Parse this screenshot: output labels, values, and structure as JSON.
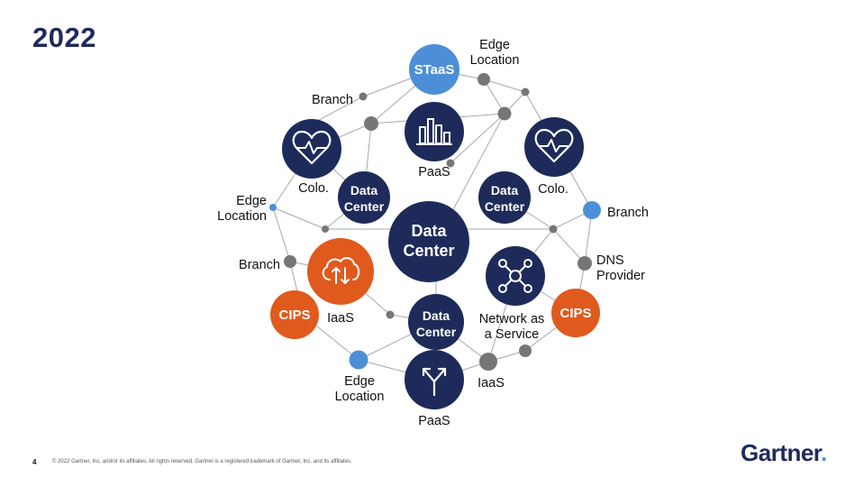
{
  "slide": {
    "title": "2022",
    "page_number": "4",
    "copyright": "© 2022 Gartner, Inc. and/or its affiliates. All rights reserved. Gartner is a registered trademark of Gartner, Inc. and its affiliates.",
    "logo_text": "Gartner",
    "logo_dot": "."
  },
  "diagram": {
    "center_node": [
      "Data",
      "Center"
    ],
    "dc_left": [
      "Data",
      "Center"
    ],
    "dc_right": [
      "Data",
      "Center"
    ],
    "dc_bottom": [
      "Data",
      "Center"
    ],
    "staas": "STaaS",
    "cips_left": "CIPS",
    "cips_right": "CIPS",
    "labels": {
      "edge_top": [
        "Edge",
        "Location"
      ],
      "branch_top_left": "Branch",
      "paas_top": "PaaS",
      "colo_left": "Colo.",
      "colo_right": "Colo.",
      "edge_left": [
        "Edge",
        "Location"
      ],
      "branch_right": "Branch",
      "branch_left": "Branch",
      "dns": [
        "DNS",
        "Provider"
      ],
      "iaas_left": "IaaS",
      "naas": [
        "Network as",
        "a Service"
      ],
      "edge_bottom": [
        "Edge",
        "Location"
      ],
      "iaas_right": "IaaS",
      "paas_bottom": "PaaS"
    }
  },
  "colors": {
    "navy": "#1e2b5a",
    "orange": "#e05a1e",
    "light_blue": "#4d8fd6",
    "gray_node": "#767676",
    "line": "#a8a8a8"
  }
}
